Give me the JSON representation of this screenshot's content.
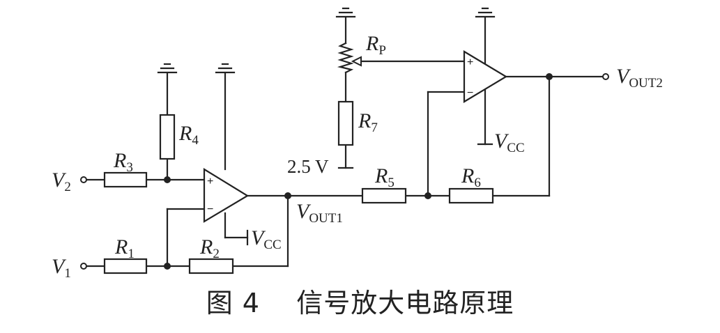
{
  "components": {
    "R1": {
      "letter": "R",
      "sub": "1"
    },
    "R2": {
      "letter": "R",
      "sub": "2"
    },
    "R3": {
      "letter": "R",
      "sub": "3"
    },
    "R4": {
      "letter": "R",
      "sub": "4"
    },
    "R5": {
      "letter": "R",
      "sub": "5"
    },
    "R6": {
      "letter": "R",
      "sub": "6"
    },
    "R7": {
      "letter": "R",
      "sub": "7"
    },
    "RP": {
      "letter": "R",
      "sub": "P"
    }
  },
  "nodes": {
    "V1": {
      "letter": "V",
      "sub": "1"
    },
    "V2": {
      "letter": "V",
      "sub": "2"
    },
    "VOUT1": {
      "letter": "V",
      "sub": "OUT1"
    },
    "VOUT2": {
      "letter": "V",
      "sub": "OUT2"
    },
    "VCC_a": {
      "letter": "V",
      "sub": "CC"
    },
    "VCC_b": {
      "letter": "V",
      "sub": "CC"
    },
    "ref_voltage": "2.5 V"
  },
  "opamp_pins": {
    "plus": "+",
    "minus": "−"
  },
  "caption": {
    "figure": "图 4",
    "title": "信号放大电路原理"
  }
}
